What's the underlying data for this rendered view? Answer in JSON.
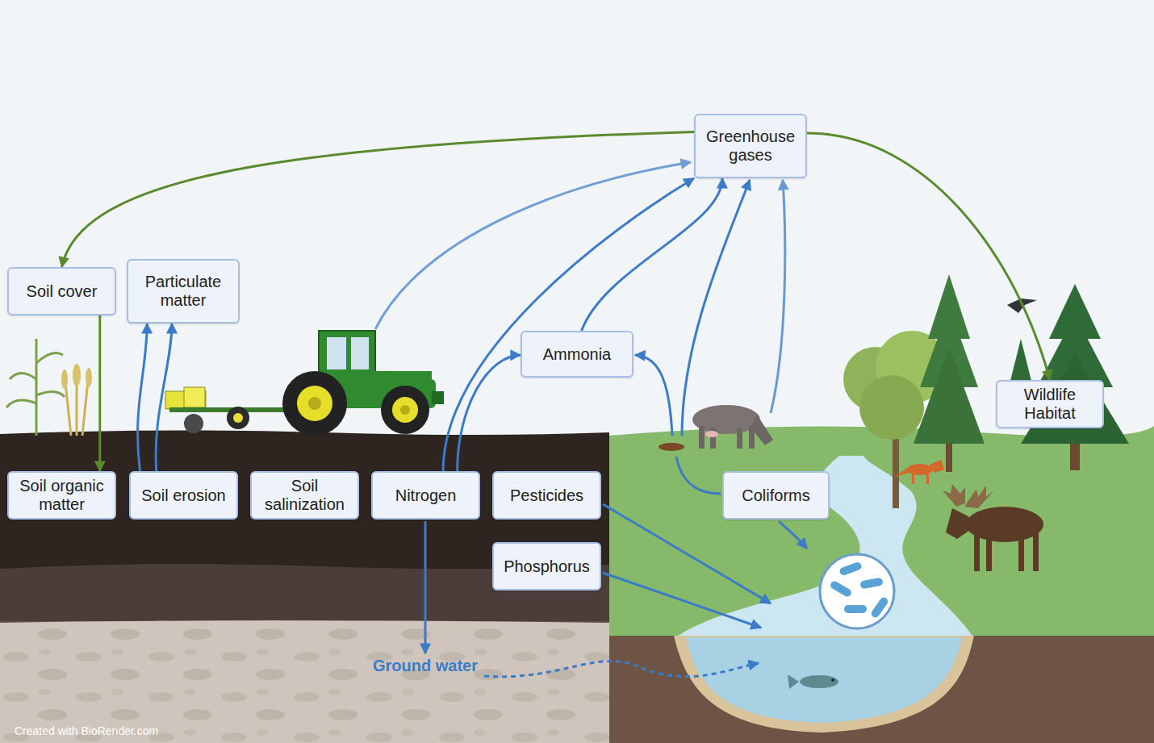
{
  "diagram": {
    "nodes": [
      {
        "text": [
          "Greenhouse gases"
        ]
      },
      {
        "text": [
          "Soil cover"
        ]
      },
      {
        "text": [
          "Particulate matter"
        ]
      },
      {
        "text": [
          "Ammonia"
        ]
      },
      {
        "text": [
          "Wildlife Habitat"
        ]
      },
      {
        "text": [
          "Soil organic matter"
        ]
      },
      {
        "text": [
          "Soil erosion"
        ]
      },
      {
        "text": [
          "Soil salinization"
        ]
      },
      {
        "text": [
          "Nitrogen"
        ]
      },
      {
        "text": [
          "Pesticides"
        ]
      },
      {
        "text": [
          "Coliforms"
        ]
      },
      {
        "text": [
          "Phosphorus"
        ]
      }
    ],
    "edges": [
      {
        "from": 0,
        "to": 1,
        "arrow": "to"
      },
      {
        "from": 0,
        "to": 4,
        "arrow": "to"
      },
      {
        "from": 1,
        "to": 5,
        "arrow": "to"
      },
      {
        "from": 6,
        "to": 2,
        "arrow": "to"
      },
      {
        "from": 6,
        "to": 2,
        "arrow": "to"
      },
      {
        "from": 8,
        "to": 0,
        "arrow": "to"
      },
      {
        "from": 8,
        "to": 3,
        "arrow": "to"
      },
      {
        "from": 3,
        "to": 0,
        "arrow": "to"
      }
    ],
    "labels": [
      "Ground water",
      "Created with BioRender.com"
    ]
  }
}
